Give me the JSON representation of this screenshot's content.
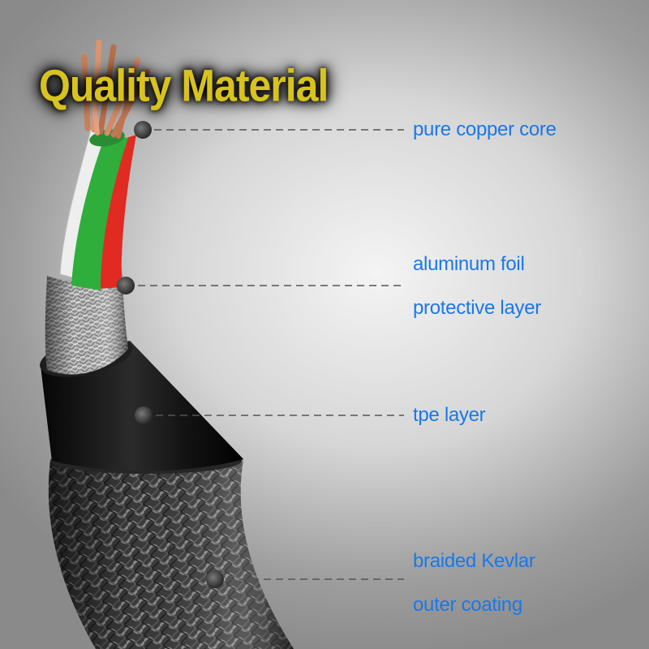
{
  "title": "Quality Material",
  "colors": {
    "title": "#d8c21e",
    "label": "#1a78e8",
    "wire_white": "#eeeeee",
    "wire_green": "#2fae3b",
    "wire_red": "#e02a22",
    "wire_blue": "#3b7fd6",
    "copper": "#c9805a",
    "tpe_layer": "#111111"
  },
  "callouts": [
    {
      "lines": [
        "pure copper core"
      ]
    },
    {
      "lines": [
        "aluminum foil",
        "protective layer"
      ]
    },
    {
      "lines": [
        "tpe layer"
      ]
    },
    {
      "lines": [
        "braided Kevlar",
        "outer coating"
      ]
    }
  ]
}
